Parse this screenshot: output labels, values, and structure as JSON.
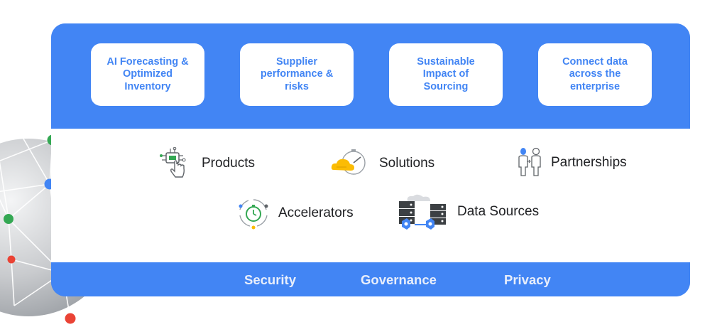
{
  "cards": [
    {
      "label": "AI Forecasting &\nOptimized\nInventory"
    },
    {
      "label": "Supplier\nperformance &\nrisks"
    },
    {
      "label": "Sustainable\nImpact of\nSourcing"
    },
    {
      "label": "Connect data\nacross the\nenterprise"
    }
  ],
  "middle": {
    "products": {
      "label": "Products",
      "icon": "circuit-hand-icon"
    },
    "solutions": {
      "label": "Solutions",
      "icon": "cloud-speed-icon"
    },
    "partnerships": {
      "label": "Partnerships",
      "icon": "people-icon"
    },
    "accelerators": {
      "label": "Accelerators",
      "icon": "stopwatch-icon"
    },
    "data_sources": {
      "label": "Data Sources",
      "icon": "servers-icon"
    }
  },
  "footer": {
    "items": [
      {
        "label": "Security"
      },
      {
        "label": "Governance"
      },
      {
        "label": "Privacy"
      }
    ]
  },
  "colors": {
    "blue": "#4285F4",
    "green": "#34A853",
    "yellow": "#FBBC04",
    "red": "#EA4335",
    "grey": "#9AA0A6"
  }
}
